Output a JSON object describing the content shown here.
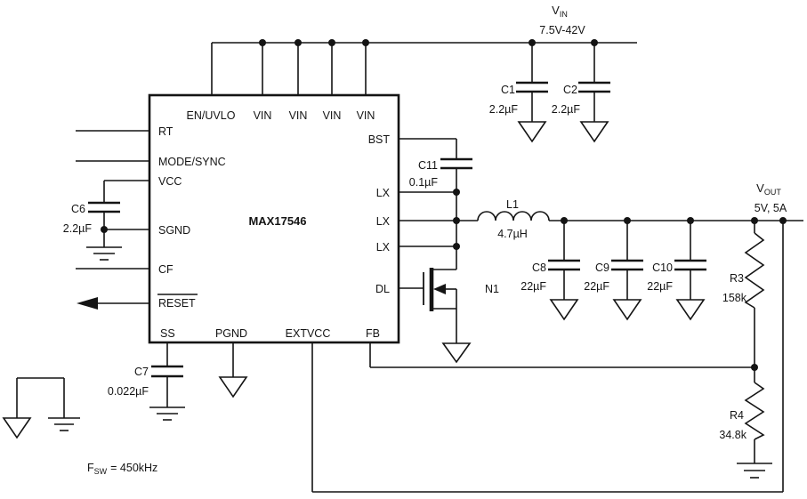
{
  "colors": {
    "line": "#141414",
    "background": "#ffffff"
  },
  "input": {
    "net": "V",
    "net_sub": "IN",
    "range": "7.5V-42V"
  },
  "output": {
    "net": "V",
    "net_sub": "OUT",
    "spec": "5V, 5A"
  },
  "ic": {
    "part_number": "MAX17546",
    "pins": {
      "en_uvlo": "EN/UVLO",
      "vin": "VIN",
      "rt": "RT",
      "mode_sync": "MODE/SYNC",
      "vcc": "VCC",
      "sgnd": "SGND",
      "cf": "CF",
      "reset": "RESET",
      "ss": "SS",
      "pgnd": "PGND",
      "extvcc": "EXTVCC",
      "fb": "FB",
      "bst": "BST",
      "lx": "LX",
      "dl": "DL"
    }
  },
  "components": {
    "c1": {
      "ref": "C1",
      "value": "2.2µF"
    },
    "c2": {
      "ref": "C2",
      "value": "2.2µF"
    },
    "c6": {
      "ref": "C6",
      "value": "2.2µF"
    },
    "c7": {
      "ref": "C7",
      "value": "0.022µF"
    },
    "c8": {
      "ref": "C8",
      "value": "22µF"
    },
    "c9": {
      "ref": "C9",
      "value": "22µF"
    },
    "c10": {
      "ref": "C10",
      "value": "22µF"
    },
    "c11": {
      "ref": "C11",
      "value": "0.1µF"
    },
    "l1": {
      "ref": "L1",
      "value": "4.7µH"
    },
    "r3": {
      "ref": "R3",
      "value": "158k"
    },
    "r4": {
      "ref": "R4",
      "value": "34.8k"
    },
    "n1": {
      "ref": "N1"
    }
  },
  "annotations": {
    "fsw_prefix": "F",
    "fsw_sub": "SW",
    "fsw_rest": "= 450kHz"
  }
}
